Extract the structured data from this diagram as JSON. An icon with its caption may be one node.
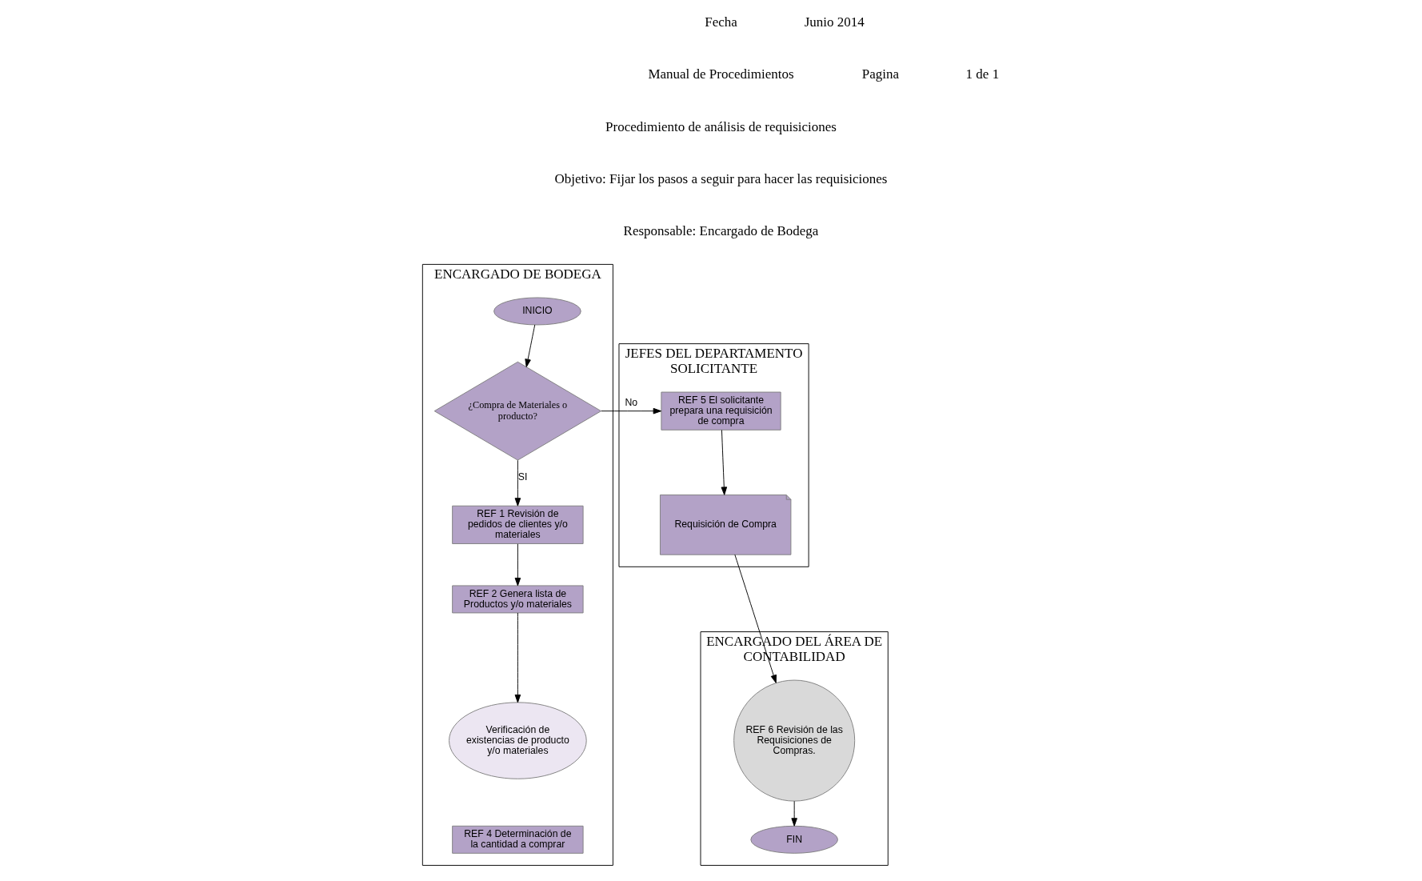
{
  "diagram": {
    "nodes": [
      {
        "text": [
          "ENCARGADO DE BODEGA"
        ]
      },
      {
        "text": [
          "JEFES DEL DEPARTAMENTO SOLICITANTE"
        ]
      },
      {
        "text": [
          "ENCARGADO DEL ÁREA DE CONTABILIDAD"
        ]
      },
      {
        "text": [
          "INICIO"
        ],
        "in": 0
      },
      {
        "text": [
          "¿Compra de Materiales o producto?"
        ],
        "in": 0
      },
      {
        "text": [
          "REF 1 Revisión de pedidos de clientes y/o materiales"
        ],
        "in": 0
      },
      {
        "text": [
          "REF 2 Genera lista de Productos y/o materiales"
        ],
        "in": 0
      },
      {
        "text": [
          "Verificación de existencias de producto y/o materiales"
        ],
        "in": 0
      },
      {
        "text": [
          "REF 4 Determinación de la cantidad a comprar"
        ],
        "in": 0
      },
      {
        "text": [
          "REF 5 El solicitante prepara una requisición de compra"
        ],
        "in": 1
      },
      {
        "text": [
          "Requisición de Compra"
        ],
        "in": 1
      },
      {
        "text": [
          "REF 6 Revisión de las Requisiciones de Compras."
        ],
        "in": 2
      },
      {
        "text": [
          "FIN"
        ],
        "in": 2
      }
    ],
    "edges": [
      {
        "from": 3,
        "to": 4,
        "arrow": "to"
      },
      {
        "from": 4,
        "to": 5,
        "arrow": "to",
        "label": "SI"
      },
      {
        "from": 4,
        "to": 9,
        "arrow": "to",
        "label": "No"
      },
      {
        "from": 5,
        "to": 6,
        "arrow": "to"
      },
      {
        "from": 6,
        "to": 7,
        "arrow": "to"
      },
      {
        "from": 9,
        "to": 10,
        "arrow": "to"
      },
      {
        "from": 10,
        "to": 11,
        "arrow": "to"
      },
      {
        "from": 11,
        "to": 12,
        "arrow": "to"
      }
    ],
    "labels": [
      "Fecha",
      "Junio 2014",
      "Manual de Procedimientos",
      "Pagina",
      "1 de 1",
      "Procedimiento de análisis de requisiciones",
      "Objetivo: Fijar los pasos a seguir para hacer las requisiciones",
      "Responsable: Encargado de Bodega"
    ]
  }
}
